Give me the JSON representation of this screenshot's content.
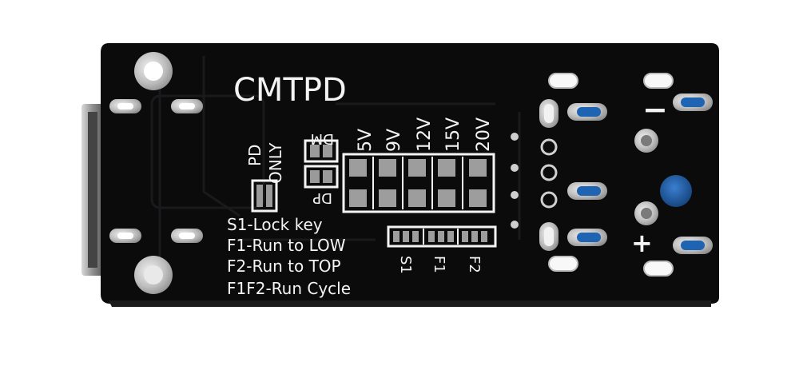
{
  "board": {
    "title": "CMTPD",
    "pd_only": [
      "PD",
      "ONLY"
    ],
    "dm": "DM",
    "dp": "DP",
    "voltages": [
      "5V",
      "9V",
      "12V",
      "15V",
      "20V"
    ],
    "switches": [
      "S1",
      "F1",
      "F2"
    ],
    "minus": "−",
    "plus": "+",
    "legend": [
      "S1-Lock key",
      "F1-Run to LOW",
      "F2-Run to TOP",
      "F1F2-Run Cycle"
    ],
    "colors": {
      "pcb": "#0b0b0c",
      "silkscreen": "#f4f4f4",
      "pad": "#c9c9c9",
      "blue_fill": "#1f63b3"
    }
  }
}
